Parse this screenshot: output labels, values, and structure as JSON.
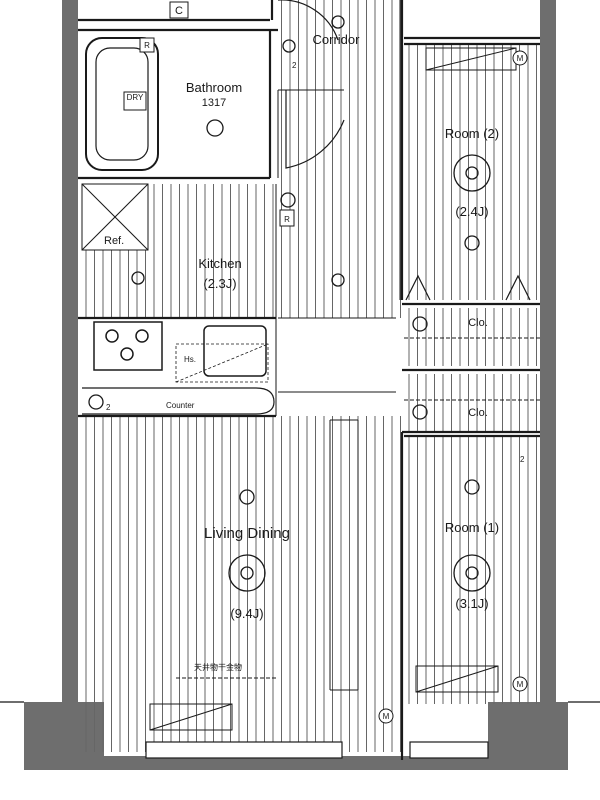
{
  "rooms": {
    "corridor": {
      "name": "Corridor"
    },
    "bathroom": {
      "name": "Bathroom",
      "code": "1317"
    },
    "kitchen": {
      "name": "Kitchen",
      "size": "(2.3J)"
    },
    "room2": {
      "name": "Room (2)",
      "size": "(2.4J)"
    },
    "closet_upper": {
      "name": "Clo."
    },
    "closet_lower": {
      "name": "Clo."
    },
    "living": {
      "name": "Living Dining",
      "size": "(9.4J)"
    },
    "room1": {
      "name": "Room (1)",
      "size": "(3.1J)"
    }
  },
  "fixtures": {
    "counter": "Counter",
    "refrigerator": "Ref.",
    "hood": "Hs.",
    "dryer": "DRY",
    "ceiling_storage": "天井物干金物",
    "closet_marker": "C",
    "refrigerator_outlet": "R",
    "outlet_marker": "R",
    "meter": "M",
    "outlet_count": "2"
  },
  "colors": {
    "wall": "#6e6e6e",
    "floor_line": "#555555",
    "ink": "#1a1a1a"
  }
}
